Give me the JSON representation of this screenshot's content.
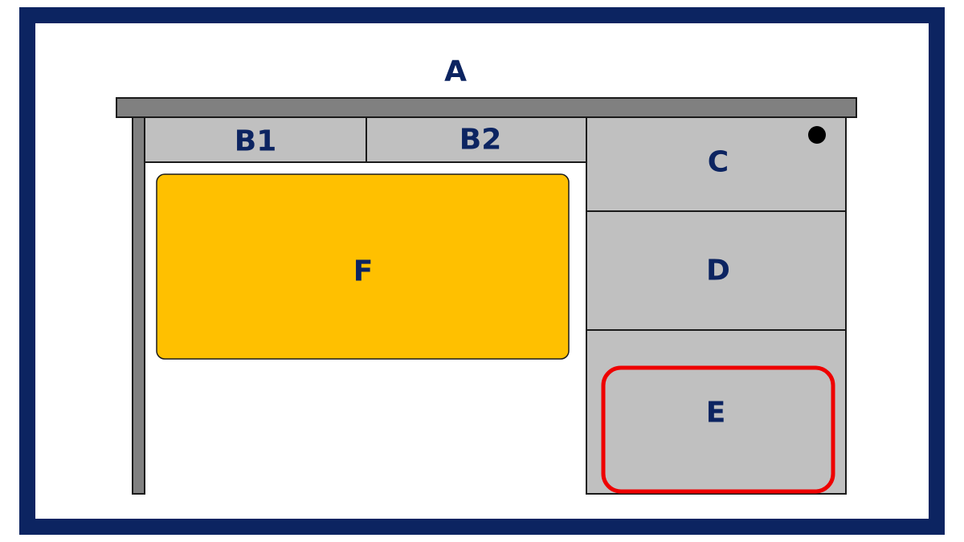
{
  "colors": {
    "frame": "#0c2461",
    "desktop": "#808080",
    "drawer": "#c0c0c0",
    "leg": "#808080",
    "highlight_panel": "#ffc000",
    "highlight_outline": "#ee0000",
    "label": "#0c2461",
    "stroke": "#1a1a1a"
  },
  "labels": {
    "desktop": "A",
    "drawer_left": "B1",
    "drawer_middle": "B2",
    "drawer_top_right": "C",
    "drawer_middle_right": "D",
    "drawer_bottom_right": "E",
    "modesty_panel": "F"
  }
}
